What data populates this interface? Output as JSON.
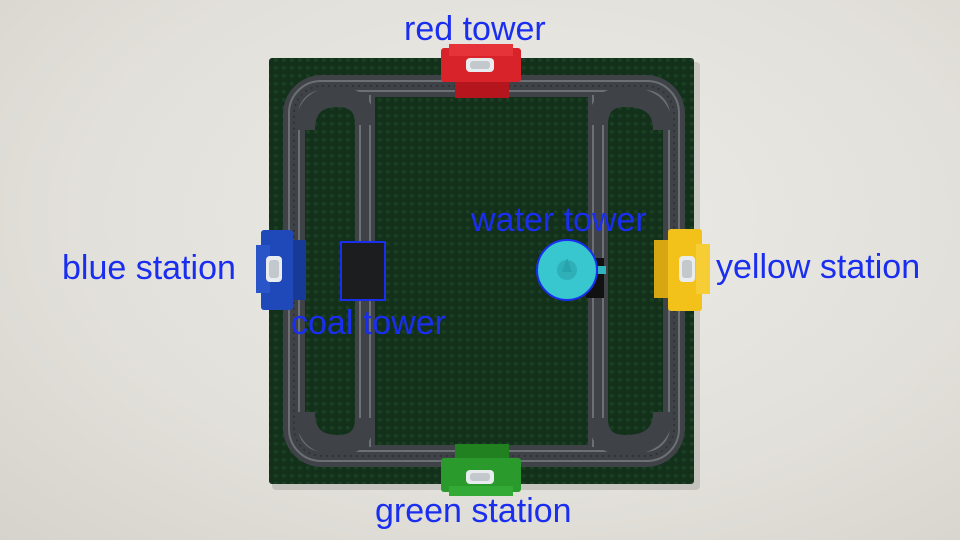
{
  "labels": {
    "red_tower": "red tower",
    "water_tower": "water tower",
    "blue_station": "blue station",
    "yellow_station": "yellow station",
    "coal_tower": "coal tower",
    "green_station": "green station"
  },
  "colors": {
    "label_text": "#1a2ef0",
    "baseplate": "#12301a",
    "track": "#3f4347",
    "red_tower": "#d9232b",
    "blue_station": "#1f49b8",
    "yellow_station": "#f2c21a",
    "green_station": "#2a9a2d",
    "water_tower": "#38c6cf",
    "coal_tower": "#1b1d1e",
    "highlight_outline": "#1a2ef0"
  }
}
